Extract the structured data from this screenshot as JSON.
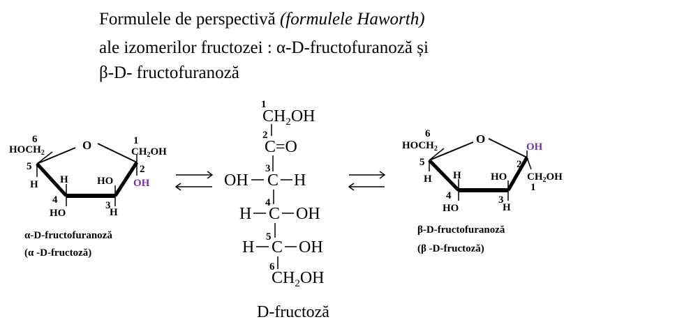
{
  "title": {
    "line1_plain": "Formulele de perspectivă ",
    "line1_italic": "(formulele Haworth)",
    "line2": "ale izomerilor fructozei : α-D-fructofuranoză și",
    "line3": "β-D- fructofuranoză"
  },
  "colors": {
    "text": "#000000",
    "highlight": "#7030a0"
  },
  "alpha": {
    "name": "α-D-fructofuranoză",
    "alias": "(α -D-fructoză)",
    "ring_o": "O",
    "c6_group": "HOCH",
    "c1_group": "CH",
    "oh": "OH",
    "ho": "HO",
    "h": "H",
    "sub2": "2",
    "n1": "1",
    "n2": "2",
    "n3": "3",
    "n4": "4",
    "n5": "5",
    "n6": "6"
  },
  "beta": {
    "name": "β-D-fructofuranoză",
    "alias": "(β -D-fructoză)",
    "ring_o": "O",
    "c6_group": "HOCH",
    "c1_group": "CH",
    "oh": "OH",
    "ho": "HO",
    "h": "H",
    "sub2": "2",
    "n1": "1",
    "n2": "2",
    "n3": "3",
    "n4": "4",
    "n5": "5",
    "n6": "6"
  },
  "chain": {
    "name": "D-fructoză",
    "ch2oh": "CH",
    "sub2": "2",
    "oh_end": "OH",
    "carbonyl": "C=O",
    "oh": "OH",
    "h": "H",
    "c": "C",
    "n1": "1",
    "n2": "2",
    "n3": "3",
    "n4": "4",
    "n5": "5",
    "n6": "6"
  }
}
